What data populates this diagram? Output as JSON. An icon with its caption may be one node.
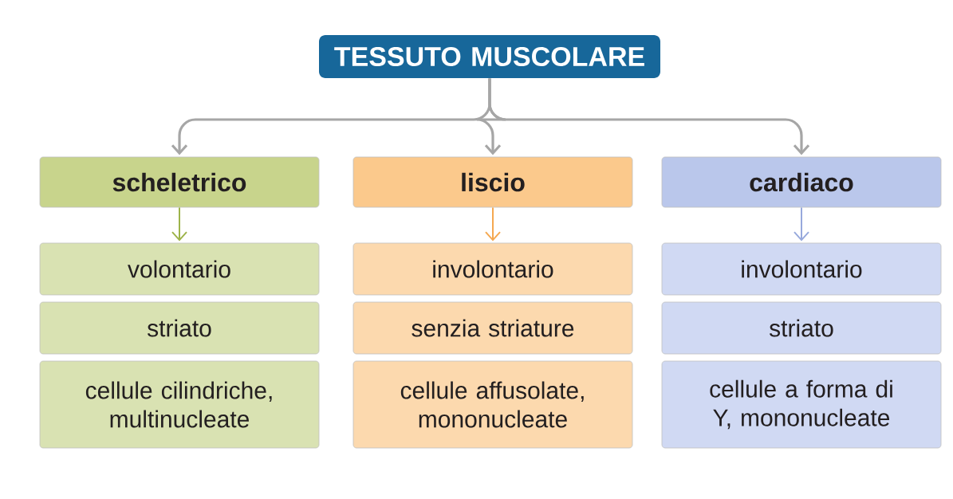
{
  "diagram": {
    "nodes": [
      {
        "text": [
          "TESSUTO MUSCOLARE"
        ]
      },
      {
        "text": [
          "scheletrico"
        ]
      },
      {
        "text": [
          "liscio"
        ]
      },
      {
        "text": [
          "cardiaco"
        ]
      },
      {
        "text": [
          "volontario"
        ]
      },
      {
        "text": [
          "involontario"
        ]
      },
      {
        "text": [
          "involontario"
        ]
      },
      {
        "text": [
          "striato"
        ]
      },
      {
        "text": [
          "senzia striature"
        ]
      },
      {
        "text": [
          "striato"
        ]
      },
      {
        "text": [
          "cellule cilindriche, multinucleate"
        ]
      },
      {
        "text": [
          "cellule affusolate, mononucleate"
        ]
      },
      {
        "text": [
          "cellule a forma di Y, mononucleate"
        ]
      }
    ],
    "edges": [
      {
        "from": 0,
        "to": 1,
        "arrow": "to"
      },
      {
        "from": 0,
        "to": 2,
        "arrow": "to"
      },
      {
        "from": 0,
        "to": 3,
        "arrow": "to"
      },
      {
        "from": 1,
        "to": 4,
        "arrow": "to",
        "color": "#9db34a"
      },
      {
        "from": 2,
        "to": 5,
        "arrow": "to",
        "color": "#f5a850"
      },
      {
        "from": 3,
        "to": 6,
        "arrow": "to",
        "color": "#97a9dc"
      }
    ]
  }
}
